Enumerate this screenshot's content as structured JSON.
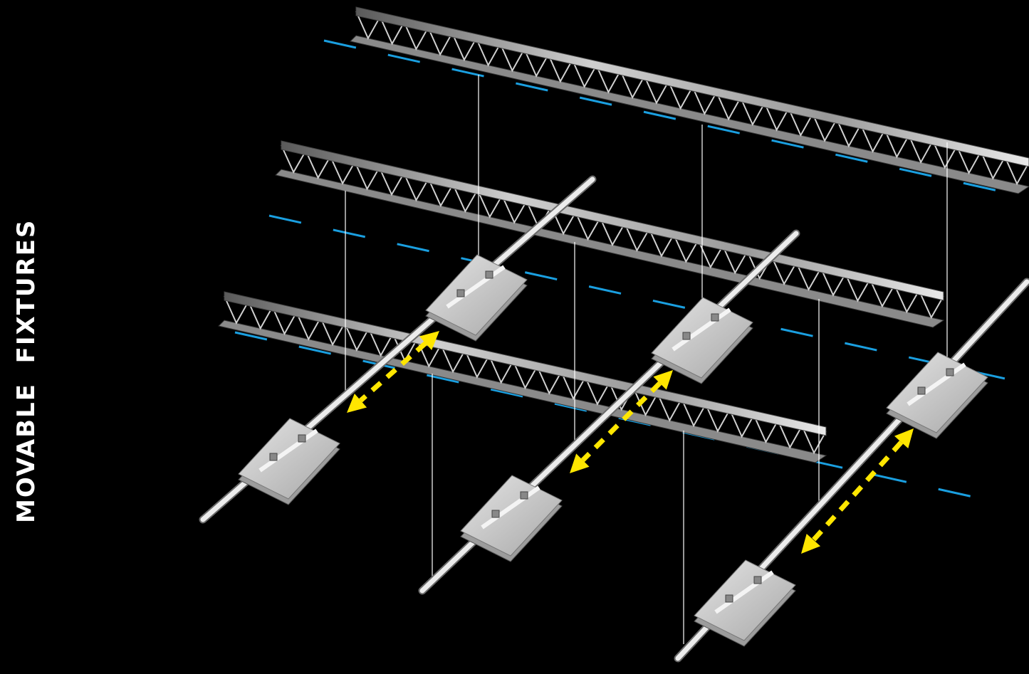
{
  "title": "MOVABLE  FIXTURES",
  "colors": {
    "background": "#000000",
    "truss": "#bdbdbd",
    "track": "#e6e6e6",
    "fixture": "#c8c8c8",
    "dash_blue": "#1a9fe0",
    "arrow_yellow": "#ffe600",
    "cable": "#ffffff"
  },
  "icons": {
    "arrow": "double-headed-dashed-arrow",
    "dash": "dashed-guide-line"
  }
}
